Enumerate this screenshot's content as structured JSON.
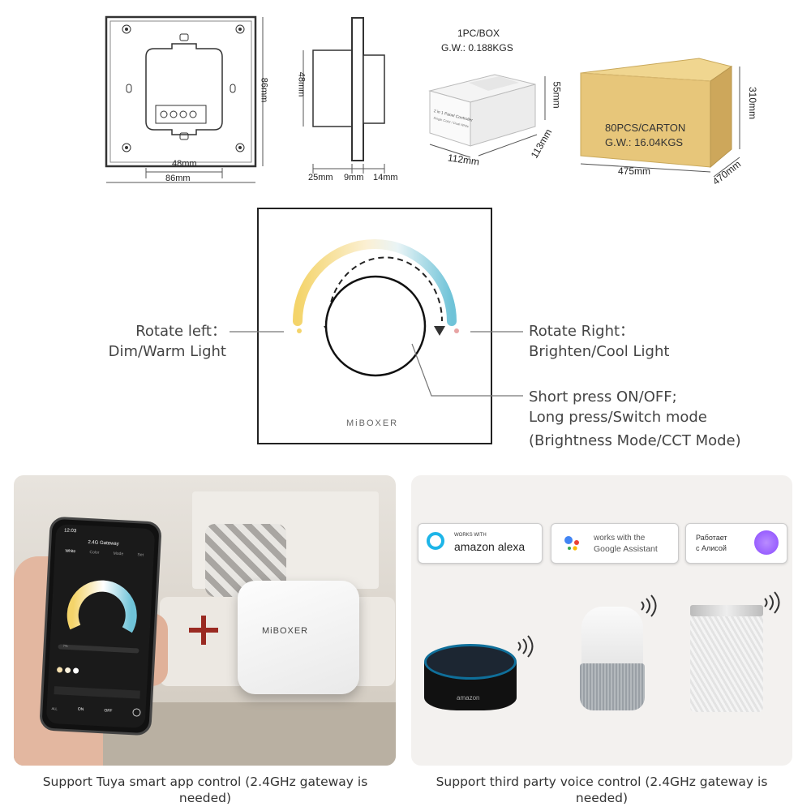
{
  "dimensions": {
    "front_width_inner": "48mm",
    "front_width_outer": "86mm",
    "front_height": "86mm",
    "side_height": "48mm",
    "side_depth_a": "25mm",
    "side_depth_b": "9mm",
    "side_depth_c": "14mm"
  },
  "box": {
    "qty": "1PC/BOX",
    "weight": "G.W.: 0.188KGS",
    "length": "112mm",
    "width": "113mm",
    "height": "55mm",
    "print_line1": "2 in 1 Panel Controller",
    "print_line2": "Single Color / Dual White"
  },
  "carton": {
    "qty": "80PCS/CARTON",
    "weight": "G.W.: 16.04KGS",
    "length": "475mm",
    "width": "470mm",
    "height": "310mm"
  },
  "panel": {
    "brand": "MiBOXER",
    "rotate_left_line1": "Rotate left：",
    "rotate_left_line2": "Dim/Warm Light",
    "rotate_right_line1": "Rotate Right：",
    "rotate_right_line2": "Brighten/Cool Light",
    "press_line1": "Short press ON/OFF;",
    "press_line2": "Long press/Switch mode",
    "press_line3": "(Brightness Mode/CCT Mode)"
  },
  "app_card": {
    "caption": "Support Tuya smart app control (2.4GHz gateway is needed)",
    "gateway_brand": "MiBOXER",
    "phone_time": "12:03",
    "phone_title": "2.4G Gateway",
    "phone_tabs": [
      "White",
      "Color",
      "Mode",
      "Set"
    ],
    "brightness_text": "7%",
    "btn_on": "ON",
    "btn_off": "OFF",
    "btn_all": "ALL"
  },
  "voice_card": {
    "caption": "Support third party voice control (2.4GHz gateway is needed)",
    "alexa_small": "WORKS WITH",
    "alexa_big": "amazon alexa",
    "google_line1": "works with the",
    "google_line2": "Google Assistant",
    "alice_line1": "Работает",
    "alice_line2": "с Алисой",
    "echo_brand": "amazon"
  },
  "colors": {
    "warm": "#f4d46a",
    "cool": "#6fc3d8",
    "carton": "#e7c67a",
    "alexa": "#1db5e8",
    "alice": "#8a4bff"
  }
}
